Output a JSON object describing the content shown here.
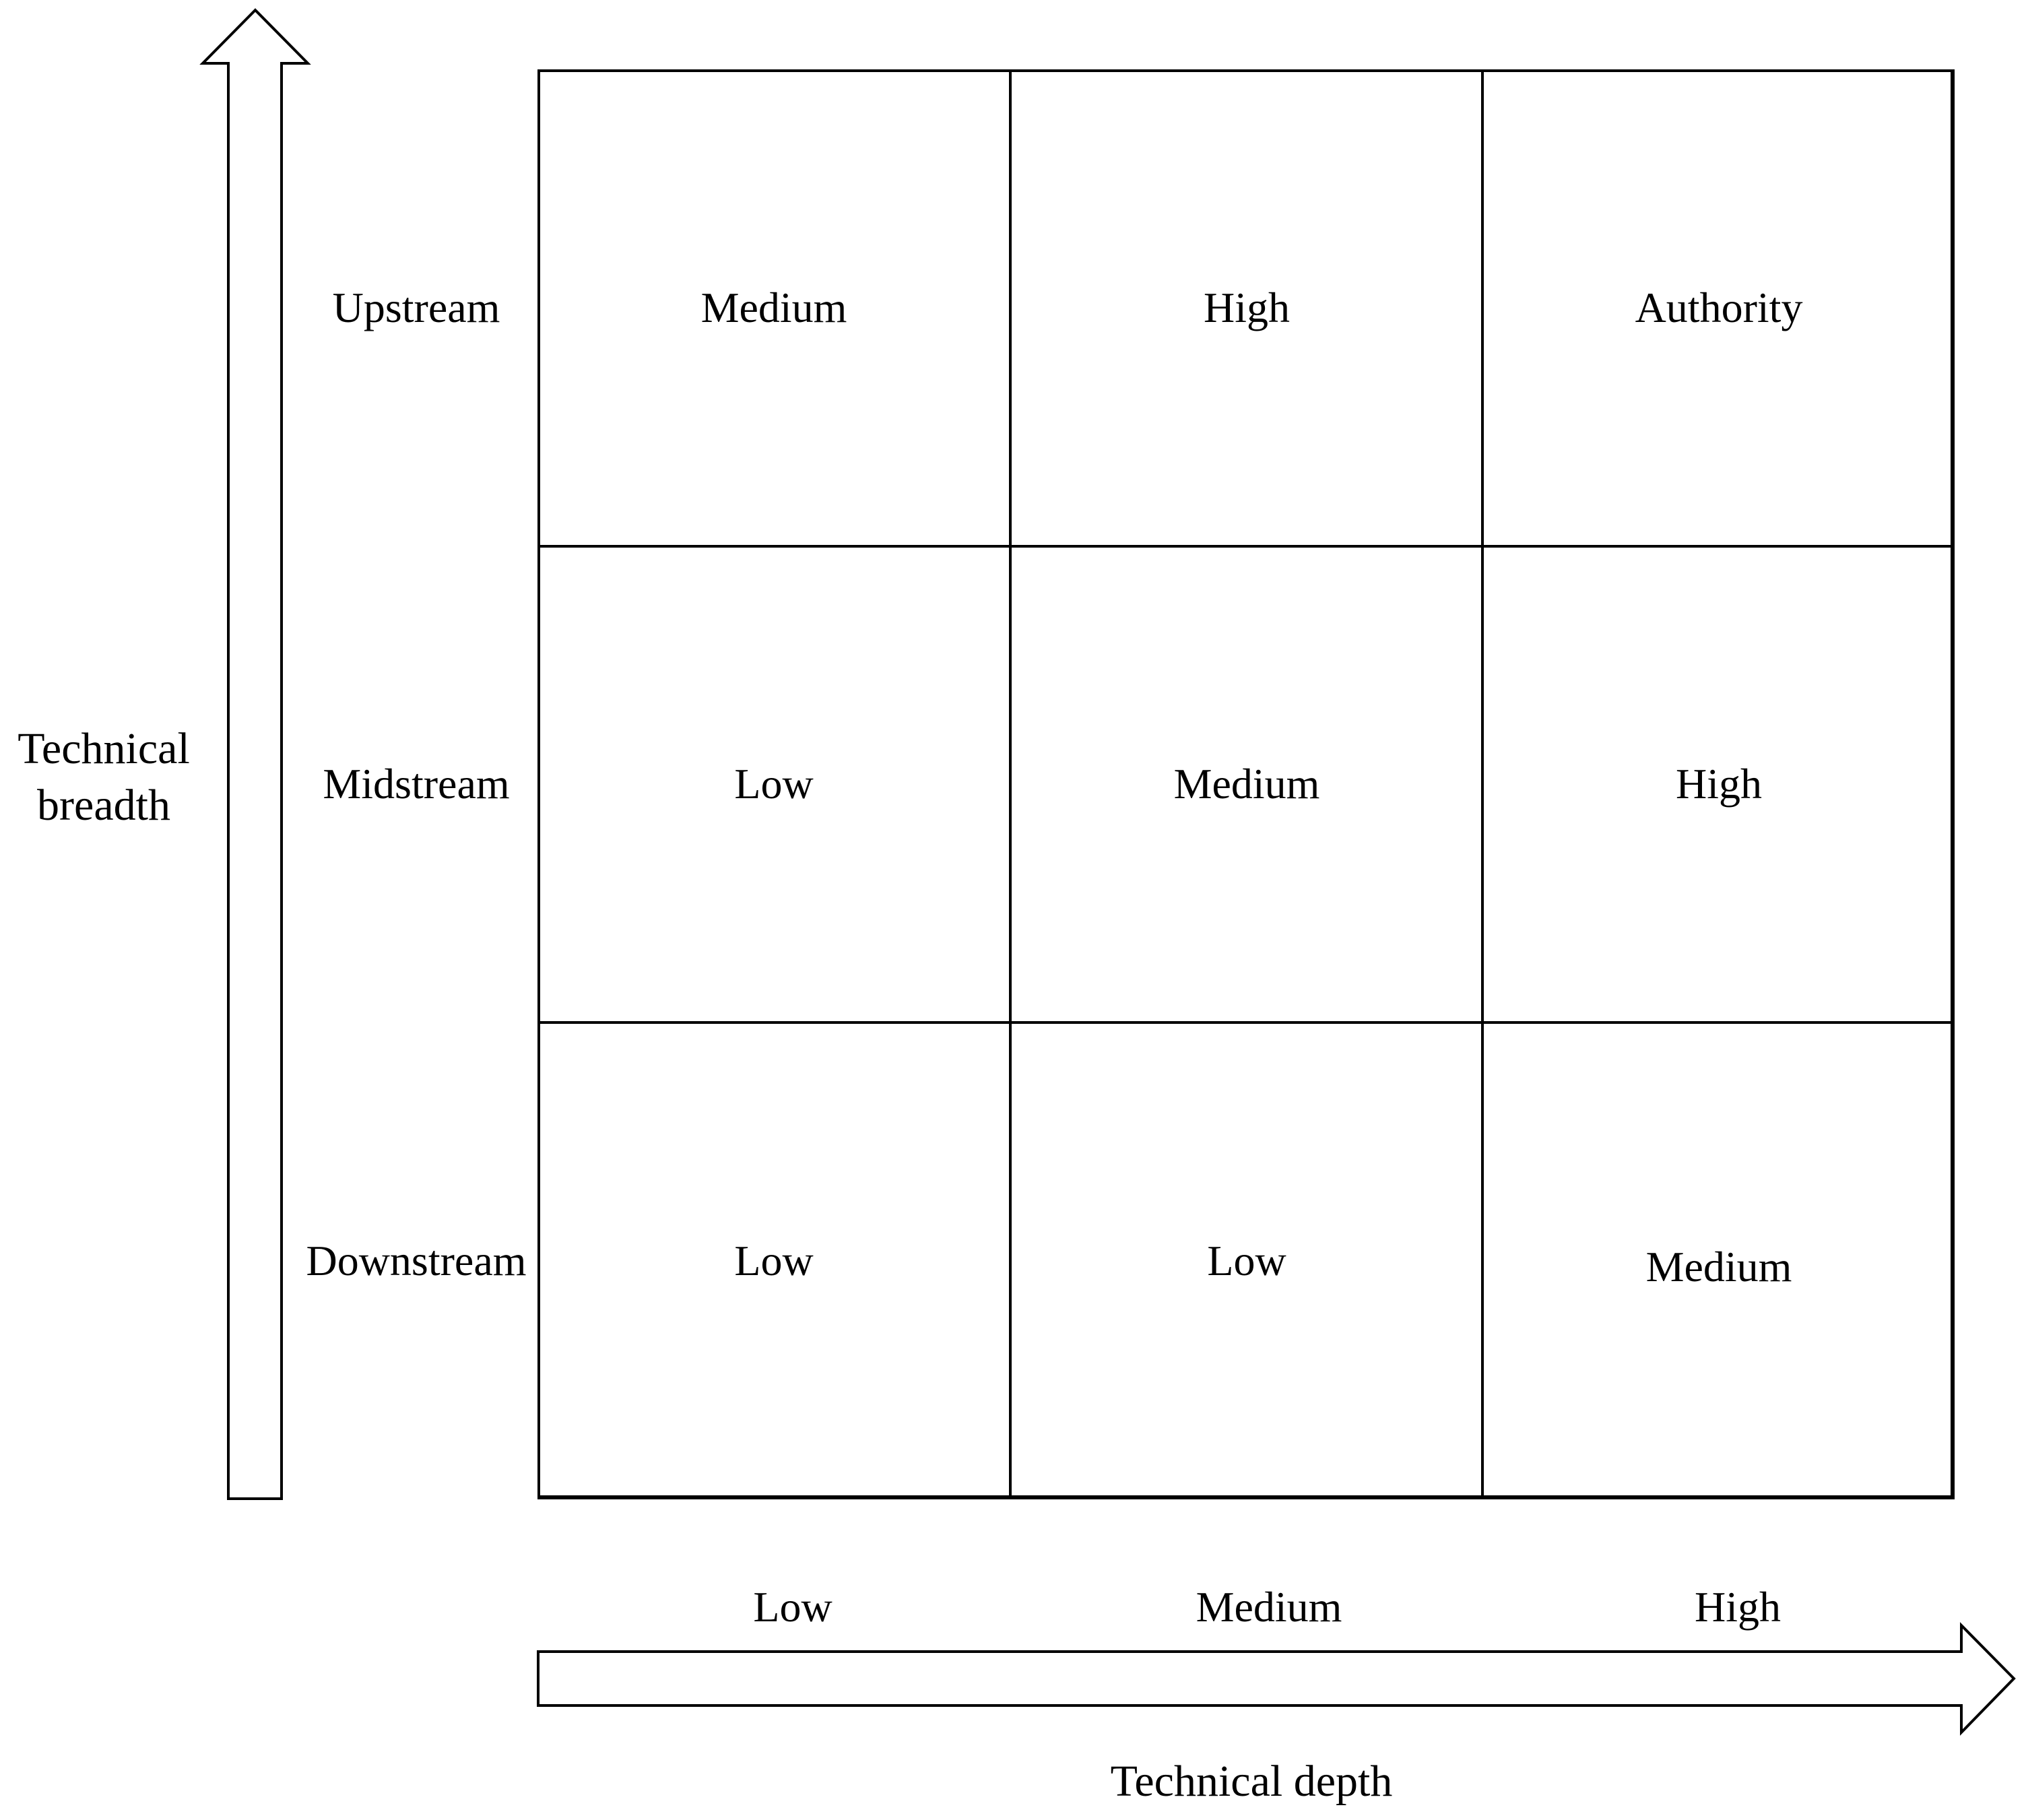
{
  "diagram": {
    "background": "#ffffff",
    "line_color": "#000000",
    "text_color": "#000000"
  },
  "y_axis": {
    "title_line1": "Technical",
    "title_line2": "breadth",
    "arrow_direction": "up",
    "categories": [
      "Upstream",
      "Midstream",
      "Downstream"
    ]
  },
  "x_axis": {
    "title": "Technical depth",
    "arrow_direction": "right",
    "categories": [
      "Low",
      "Medium",
      "High"
    ]
  },
  "matrix": {
    "rows": 3,
    "cols": 3,
    "cells": [
      [
        "Medium",
        "High",
        "Authority"
      ],
      [
        "Low",
        "Medium",
        "High"
      ],
      [
        "Low",
        "Low",
        "Medium"
      ]
    ]
  }
}
